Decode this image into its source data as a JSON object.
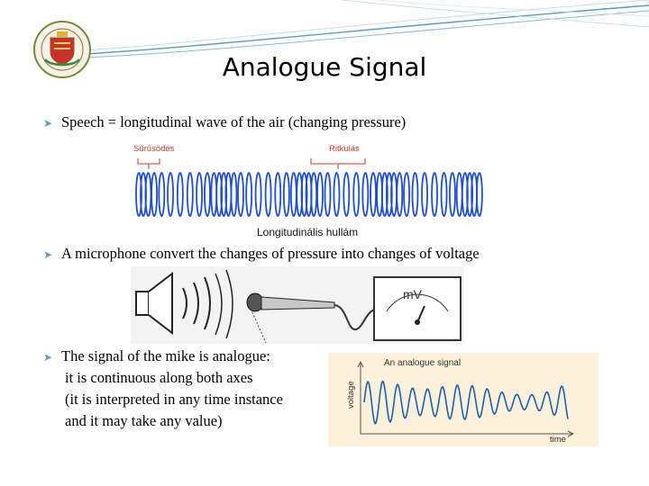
{
  "slide": {
    "title": "Analogue Signal",
    "bullets": [
      {
        "text": "Speech = longitudinal wave of the air (changing pressure)"
      },
      {
        "text": "A microphone convert the changes of pressure into changes of voltage"
      },
      {
        "text": "The signal of the mike is analogue:",
        "continuation": [
          "it is continuous along both axes",
          "(it is interpreted in any time instance",
          "and it may take any value)"
        ]
      }
    ]
  },
  "figure_wave": {
    "label_compression": "Sűrűsödés",
    "label_rarefaction": "Ritkulás",
    "caption": "Longitudinális hullám",
    "ring_color": "#1f4fd0"
  },
  "figure_mic": {
    "meter_unit": "mV",
    "icons": [
      "speaker-icon",
      "sound-waves-icon",
      "microphone-icon",
      "voltmeter-icon"
    ]
  },
  "figure_signal": {
    "title": "An analogue signal",
    "ylabel": "voltage",
    "xlabel": "time",
    "background": "#fdf1dc",
    "line_color": "#1a5fb0"
  }
}
